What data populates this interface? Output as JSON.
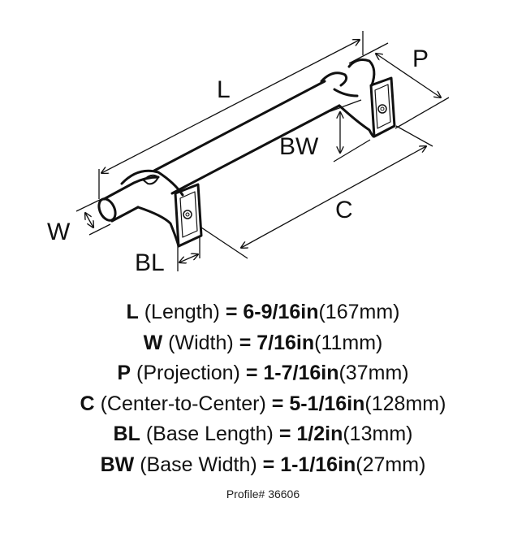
{
  "diagram": {
    "labels": {
      "L": "L",
      "P": "P",
      "BW": "BW",
      "C": "C",
      "W": "W",
      "BL": "BL"
    }
  },
  "specs": [
    {
      "code": "L",
      "name": "(Length)",
      "eq": "=",
      "imperial": "6-9/16in",
      "metric": "(167mm)"
    },
    {
      "code": "W",
      "name": "(Width)",
      "eq": "=",
      "imperial": "7/16in",
      "metric": "(11mm)"
    },
    {
      "code": "P",
      "name": "(Projection)",
      "eq": "=",
      "imperial": "1-7/16in",
      "metric": "(37mm)"
    },
    {
      "code": "C",
      "name": "(Center-to-Center)",
      "eq": "=",
      "imperial": "5-1/16in",
      "metric": "(128mm)"
    },
    {
      "code": "BL",
      "name": "(Base Length)",
      "eq": "=",
      "imperial": "1/2in",
      "metric": "(13mm)"
    },
    {
      "code": "BW",
      "name": "(Base Width)",
      "eq": "=",
      "imperial": "1-1/16in",
      "metric": "(27mm)"
    }
  ],
  "profile": "Profile# 36606"
}
